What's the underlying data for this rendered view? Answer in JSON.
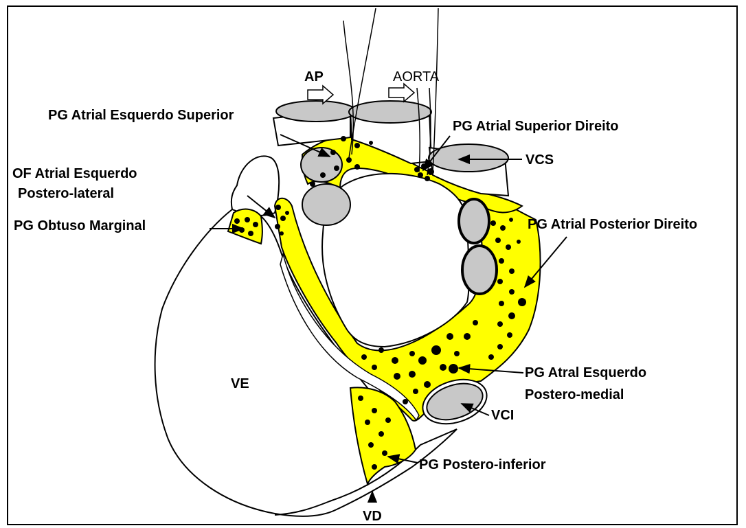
{
  "figure": {
    "labels": {
      "ap": "AP",
      "aorta": "AORTA",
      "pg_atrial_esquerdo_superior": "PG Atrial Esquerdo Superior",
      "pg_atrial_superior_direito": "PG Atrial Superior Direito",
      "vcs": "VCS",
      "of_atrial_esquerdo_line1": "OF Atrial Esquerdo",
      "of_atrial_esquerdo_line2": "Postero-lateral",
      "pg_obtuso_marginal": "PG Obtuso Marginal",
      "pg_atrial_posterior_direito": "PG Atrial Posterior Direito",
      "ve": "VE",
      "pg_atral_esquerdo_line1": "PG Atral Esquerdo",
      "pg_atral_esquerdo_line2": "Postero-medial",
      "vci": "VCI",
      "pg_postero_inferior": "PG Postero-inferior",
      "vd": "VD"
    },
    "colors": {
      "fat_pad": "#ffff00",
      "vessel": "#c8c8c8",
      "outline": "#000000",
      "background": "#ffffff"
    }
  }
}
